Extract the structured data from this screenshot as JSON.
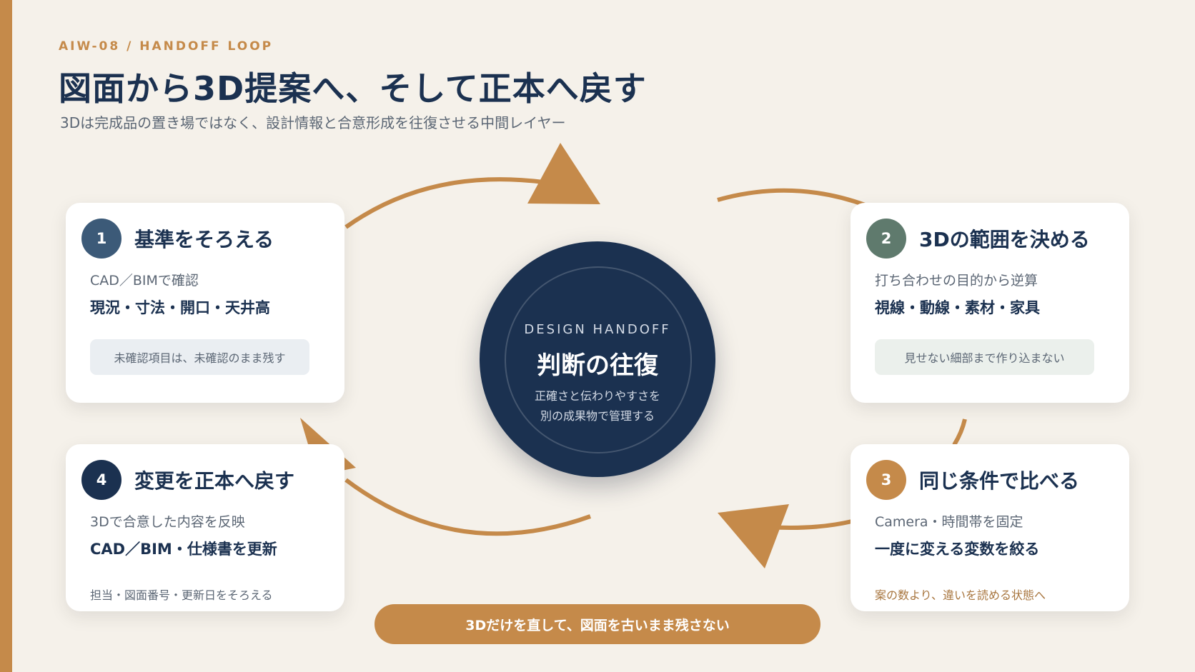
{
  "header": {
    "eyebrow": "AIW-08 / HANDOFF LOOP",
    "title": "図面から3D提案へ、そして正本へ戻す",
    "subtitle": "3Dは完成品の置き場ではなく、設計情報と合意形成を往復させる中間レイヤー"
  },
  "center": {
    "eyebrow": "DESIGN HANDOFF",
    "title": "判断の往復",
    "desc_line1": "正確さと伝わりやすさを",
    "desc_line2": "別の成果物で管理する"
  },
  "steps": [
    {
      "number": "1",
      "title": "基準をそろえる",
      "line1": "CAD／BIMで確認",
      "line2": "現況・寸法・開口・天井高",
      "note": "未確認項目は、未確認のまま残す",
      "badge_color": "#3c5a78"
    },
    {
      "number": "2",
      "title": "3Dの範囲を決める",
      "line1": "打ち合わせの目的から逆算",
      "line2": "視線・動線・素材・家具",
      "note": "見せない細部まで作り込まない",
      "badge_color": "#5f7a6d"
    },
    {
      "number": "3",
      "title": "同じ条件で比べる",
      "line1": "Camera・時間帯を固定",
      "line2": "一度に変える変数を絞る",
      "note": "案の数より、違いを読める状態へ",
      "badge_color": "#c58a4a"
    },
    {
      "number": "4",
      "title": "変更を正本へ戻す",
      "line1": "3Dで合意した内容を反映",
      "line2": "CAD／BIM・仕様書を更新",
      "note": "担当・図面番号・更新日をそろえる",
      "badge_color": "#1b3150"
    }
  ],
  "footer": {
    "message": "3Dだけを直して、図面を古いまま残さない"
  },
  "colors": {
    "accent": "#c58a4a",
    "navy": "#1b3150",
    "background": "#f5f1ea"
  }
}
